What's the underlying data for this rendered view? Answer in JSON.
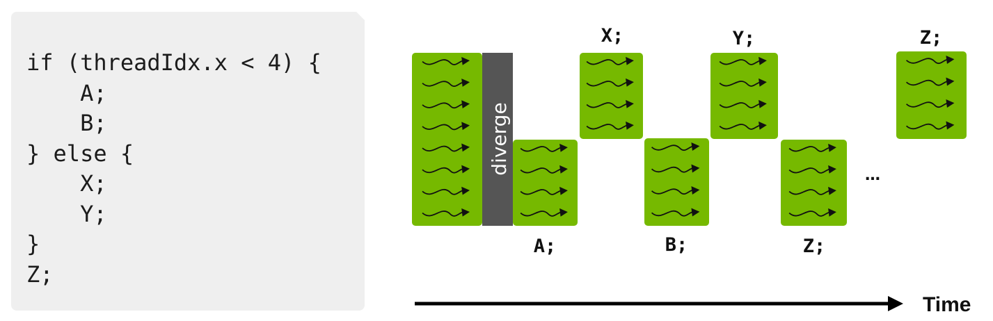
{
  "code": {
    "lines": [
      "if (threadIdx.x < 4) {",
      "    A;",
      "    B;",
      "} else {",
      "    X;",
      "    Y;",
      "}",
      "Z;"
    ]
  },
  "timeline": {
    "diverge_label": "diverge",
    "labels": {
      "x": "X;",
      "y": "Y;",
      "z_top": "Z;",
      "a": "A;",
      "b": "B;",
      "z_bottom": "Z;"
    },
    "ellipsis": "…",
    "time_label": "Time"
  },
  "colors": {
    "thread_block": "#76b900",
    "diverge_bar": "#555555",
    "code_background": "#efefef"
  }
}
